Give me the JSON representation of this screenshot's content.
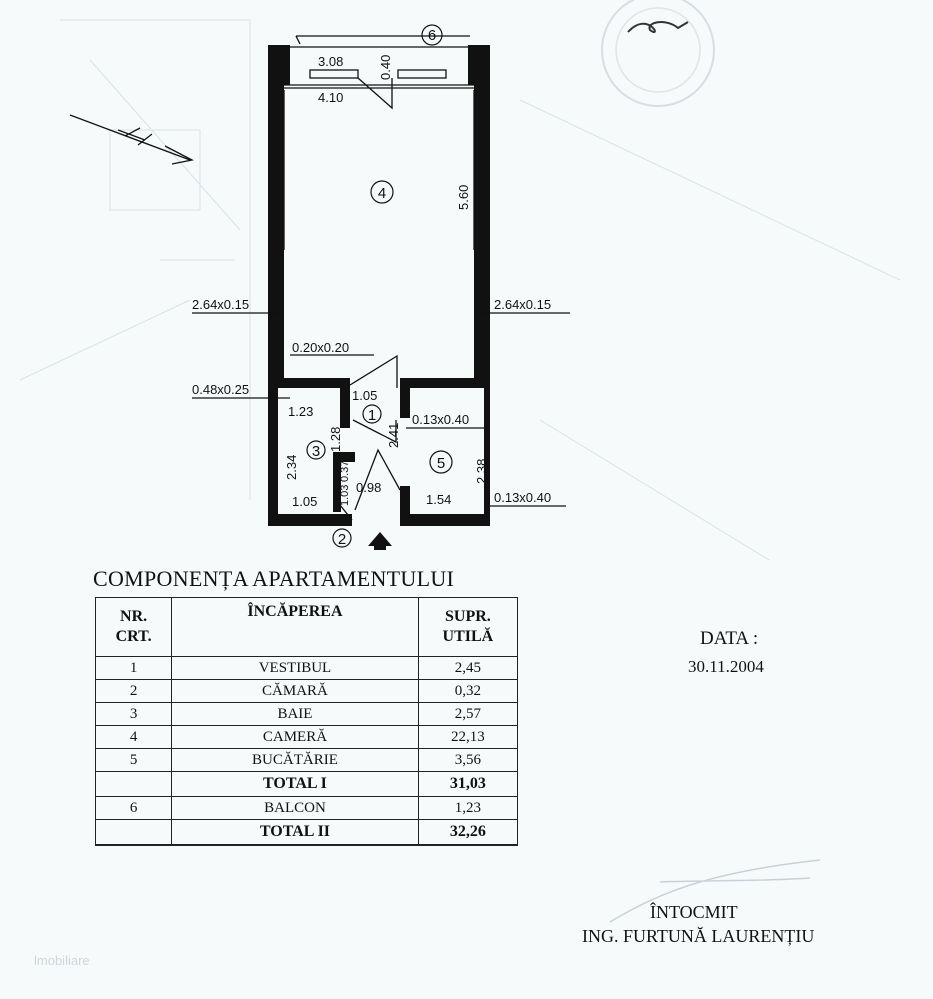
{
  "plan": {
    "balcony_dims": {
      "inner": "3.08",
      "outer": "4.10",
      "depth": "0.40"
    },
    "room4_height": "5.60",
    "openings": {
      "left_window": "2.64x0.15",
      "right_window": "2.64x0.15",
      "pillar": "0.20x0.20",
      "door_left": "0.48x0.25",
      "kitchen_top": "0.13x0.40",
      "kitchen_bottom": "0.13x0.40"
    },
    "vestibul_dims": {
      "width": "1.05",
      "height": "2.41"
    },
    "bath_dims": {
      "top": "1.23",
      "bottom": "1.05",
      "height": "2.34",
      "inner": "1.28"
    },
    "storage_dims": {
      "w": "0.37",
      "h": "1.03",
      "diag": "0.98"
    },
    "kitchen_dims": {
      "width": "1.54",
      "height": "2.38"
    },
    "room_numbers": {
      "r1": "1",
      "r2": "2",
      "r3": "3",
      "r4": "4",
      "r5": "5",
      "r6": "6"
    }
  },
  "table": {
    "title": "COMPONENȚA APARTAMENTULUI",
    "headers": {
      "nr": "NR.",
      "crt": "CRT.",
      "room": "ÎNCĂPEREA",
      "supr": "SUPR.",
      "utila": "UTILĂ"
    },
    "rows": [
      {
        "nr": "1",
        "name": "VESTIBUL",
        "area": "2,45"
      },
      {
        "nr": "2",
        "name": "CĂMARĂ",
        "area": "0,32"
      },
      {
        "nr": "3",
        "name": "BAIE",
        "area": "2,57"
      },
      {
        "nr": "4",
        "name": "CAMERĂ",
        "area": "22,13"
      },
      {
        "nr": "5",
        "name": "BUCĂTĂRIE",
        "area": "3,56"
      }
    ],
    "total1": {
      "label": "TOTAL I",
      "area": "31,03"
    },
    "balcony": {
      "nr": "6",
      "name": "BALCON",
      "area": "1,23"
    },
    "total2": {
      "label": "TOTAL II",
      "area": "32,26"
    }
  },
  "date": {
    "label": "DATA :",
    "value": "30.11.2004"
  },
  "author": {
    "label": "ÎNTOCMIT",
    "name": "ING. FURTUNĂ LAURENȚIU"
  },
  "watermark": "lmobiliare",
  "colors": {
    "ink": "#111111",
    "paper": "#f7fafb"
  }
}
